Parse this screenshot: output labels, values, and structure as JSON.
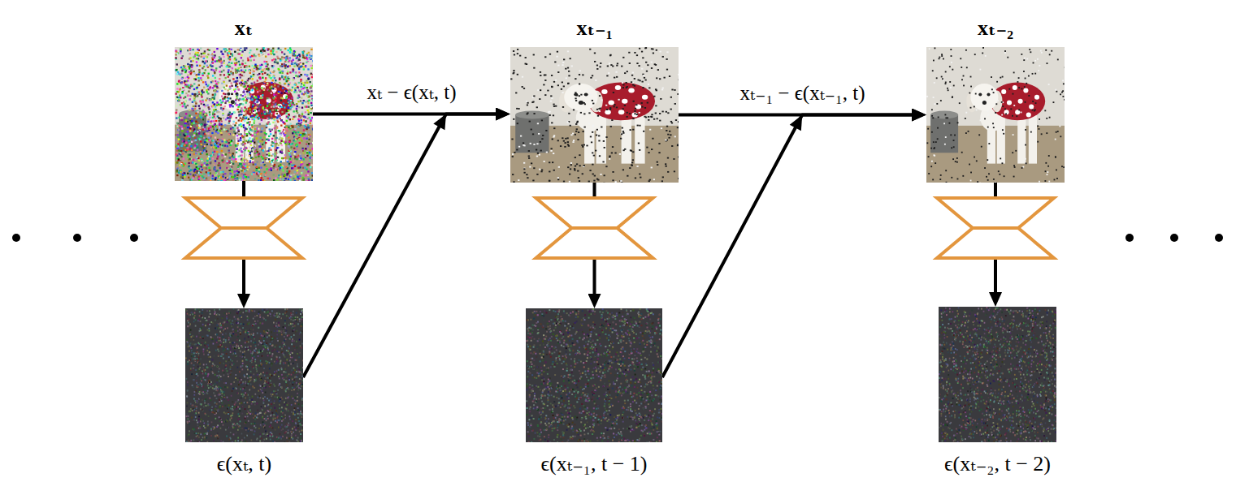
{
  "diagram": {
    "nodes": [
      {
        "text": [
          "xₜ"
        ]
      },
      {
        "text": [
          "ϵ(xₜ, t)"
        ]
      },
      {
        "text": [
          "xₜ₋₁"
        ]
      },
      {
        "text": [
          "ϵ(xₜ₋₁, t − 1)"
        ]
      },
      {
        "text": [
          "xₜ₋₂"
        ]
      },
      {
        "text": [
          "ϵ(xₜ₋₂, t − 2)"
        ]
      }
    ],
    "edges": [
      {
        "from": 0,
        "to": 1,
        "arrow": "to"
      },
      {
        "from": 0,
        "to": 2,
        "label": "xₜ − ϵ(xₜ, t)",
        "arrow": "to"
      },
      {
        "from": 1,
        "to": 2,
        "arrow": "to"
      },
      {
        "from": 2,
        "to": 3,
        "arrow": "to"
      },
      {
        "from": 2,
        "to": 4,
        "label": "xₜ₋₁ − ϵ(xₜ₋₁, t)",
        "arrow": "to"
      },
      {
        "from": 3,
        "to": 4,
        "arrow": "to"
      },
      {
        "from": 4,
        "to": 5,
        "arrow": "to"
      }
    ]
  }
}
